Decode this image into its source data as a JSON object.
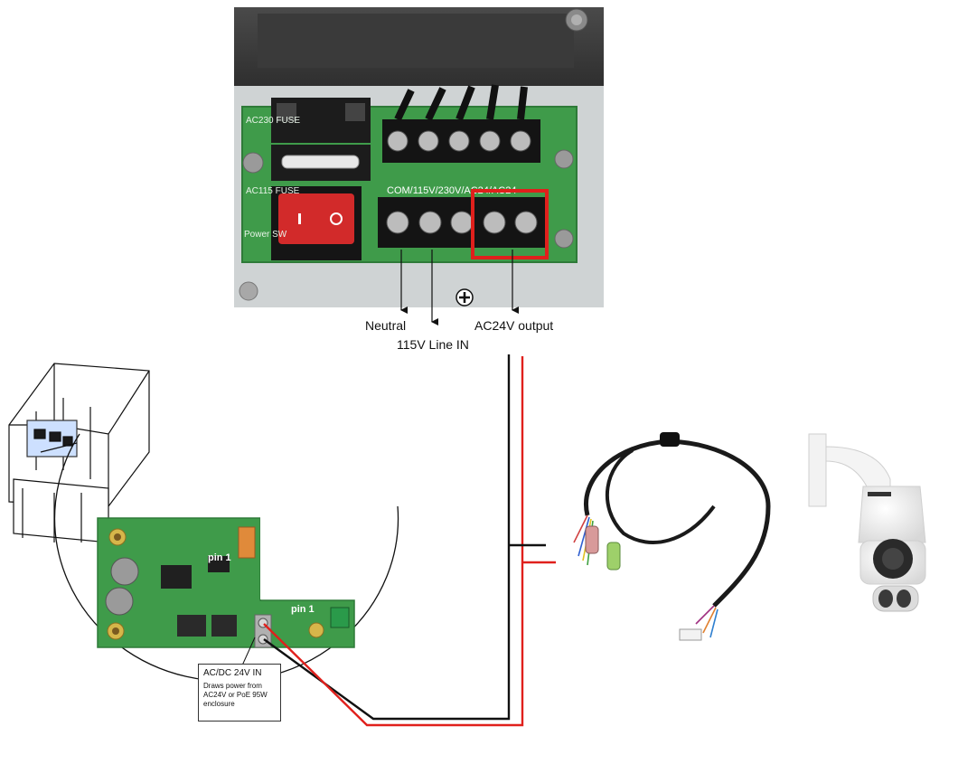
{
  "labels": {
    "neutral": "Neutral",
    "line_in": "115V Line IN",
    "ac24v_output": "AC24V output"
  },
  "terminal_block": {
    "label_text": "COM/115V/230V/AC24/AC24",
    "fuse_230": "AC230 FUSE",
    "fuse_115": "AC115 FUSE",
    "power_sw": "Power SW"
  },
  "board": {
    "pin1_top": "pin 1",
    "pin1_bottom": "pin 1"
  },
  "callout": {
    "title": "AC/DC 24V IN",
    "description": "Draws power from AC24V or PoE 95W enclosure"
  },
  "colors": {
    "pcb_green": "#3f9b4a",
    "wire_red": "#e0201c",
    "wire_black": "#111111",
    "highlight_red": "#e0201c"
  }
}
